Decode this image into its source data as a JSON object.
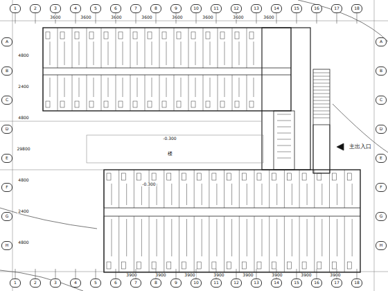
{
  "diagram": {
    "labels": [
      "1",
      "2",
      "3",
      "4",
      "5",
      "6",
      "7",
      "8",
      "9",
      "10",
      "11",
      "12",
      "13",
      "14",
      "15",
      "16",
      "17",
      "18",
      "1",
      "2",
      "3",
      "4",
      "5",
      "6",
      "7",
      "8",
      "9",
      "10",
      "11",
      "12",
      "13",
      "14",
      "15",
      "16",
      "17",
      "18",
      "A",
      "B",
      "C",
      "D",
      "E",
      "F",
      "G",
      "H",
      "A",
      "B",
      "C",
      "D",
      "E",
      "F",
      "G",
      "H",
      "3600",
      "3600",
      "3600",
      "3600",
      "3600",
      "3600",
      "3600",
      "3600",
      "3900",
      "3900",
      "3900",
      "3900",
      "3900",
      "3900",
      "3900",
      "3900",
      "4800",
      "2400",
      "4800",
      "29800",
      "4800",
      "2400",
      "4800",
      "主出入口",
      "楼",
      "-0.300",
      "-0.300"
    ]
  }
}
